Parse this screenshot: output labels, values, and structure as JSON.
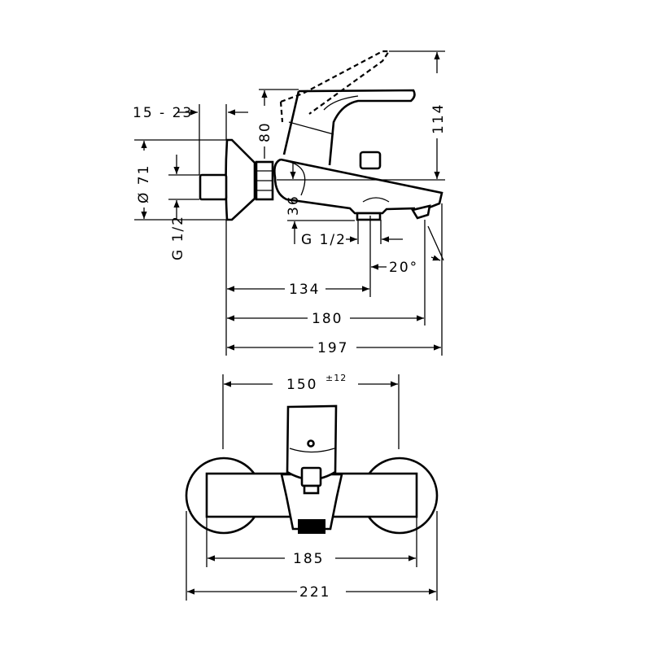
{
  "side_view": {
    "dim_wall_gap": "15 - 23",
    "dim_flange_diameter": "Ø 71",
    "dim_inlet_thread": "G 1/2",
    "dim_lever_height": "80",
    "dim_total_height": "114",
    "dim_spout_height": "36",
    "dim_outlet_thread": "G 1/2",
    "dim_angle": "20°",
    "dim_outlet_reach": "134",
    "dim_spout_reach": "180",
    "dim_total_reach": "197"
  },
  "front_view": {
    "dim_centers": "150",
    "dim_centers_tolerance": "±12",
    "dim_body_width": "185",
    "dim_total_width": "221"
  }
}
